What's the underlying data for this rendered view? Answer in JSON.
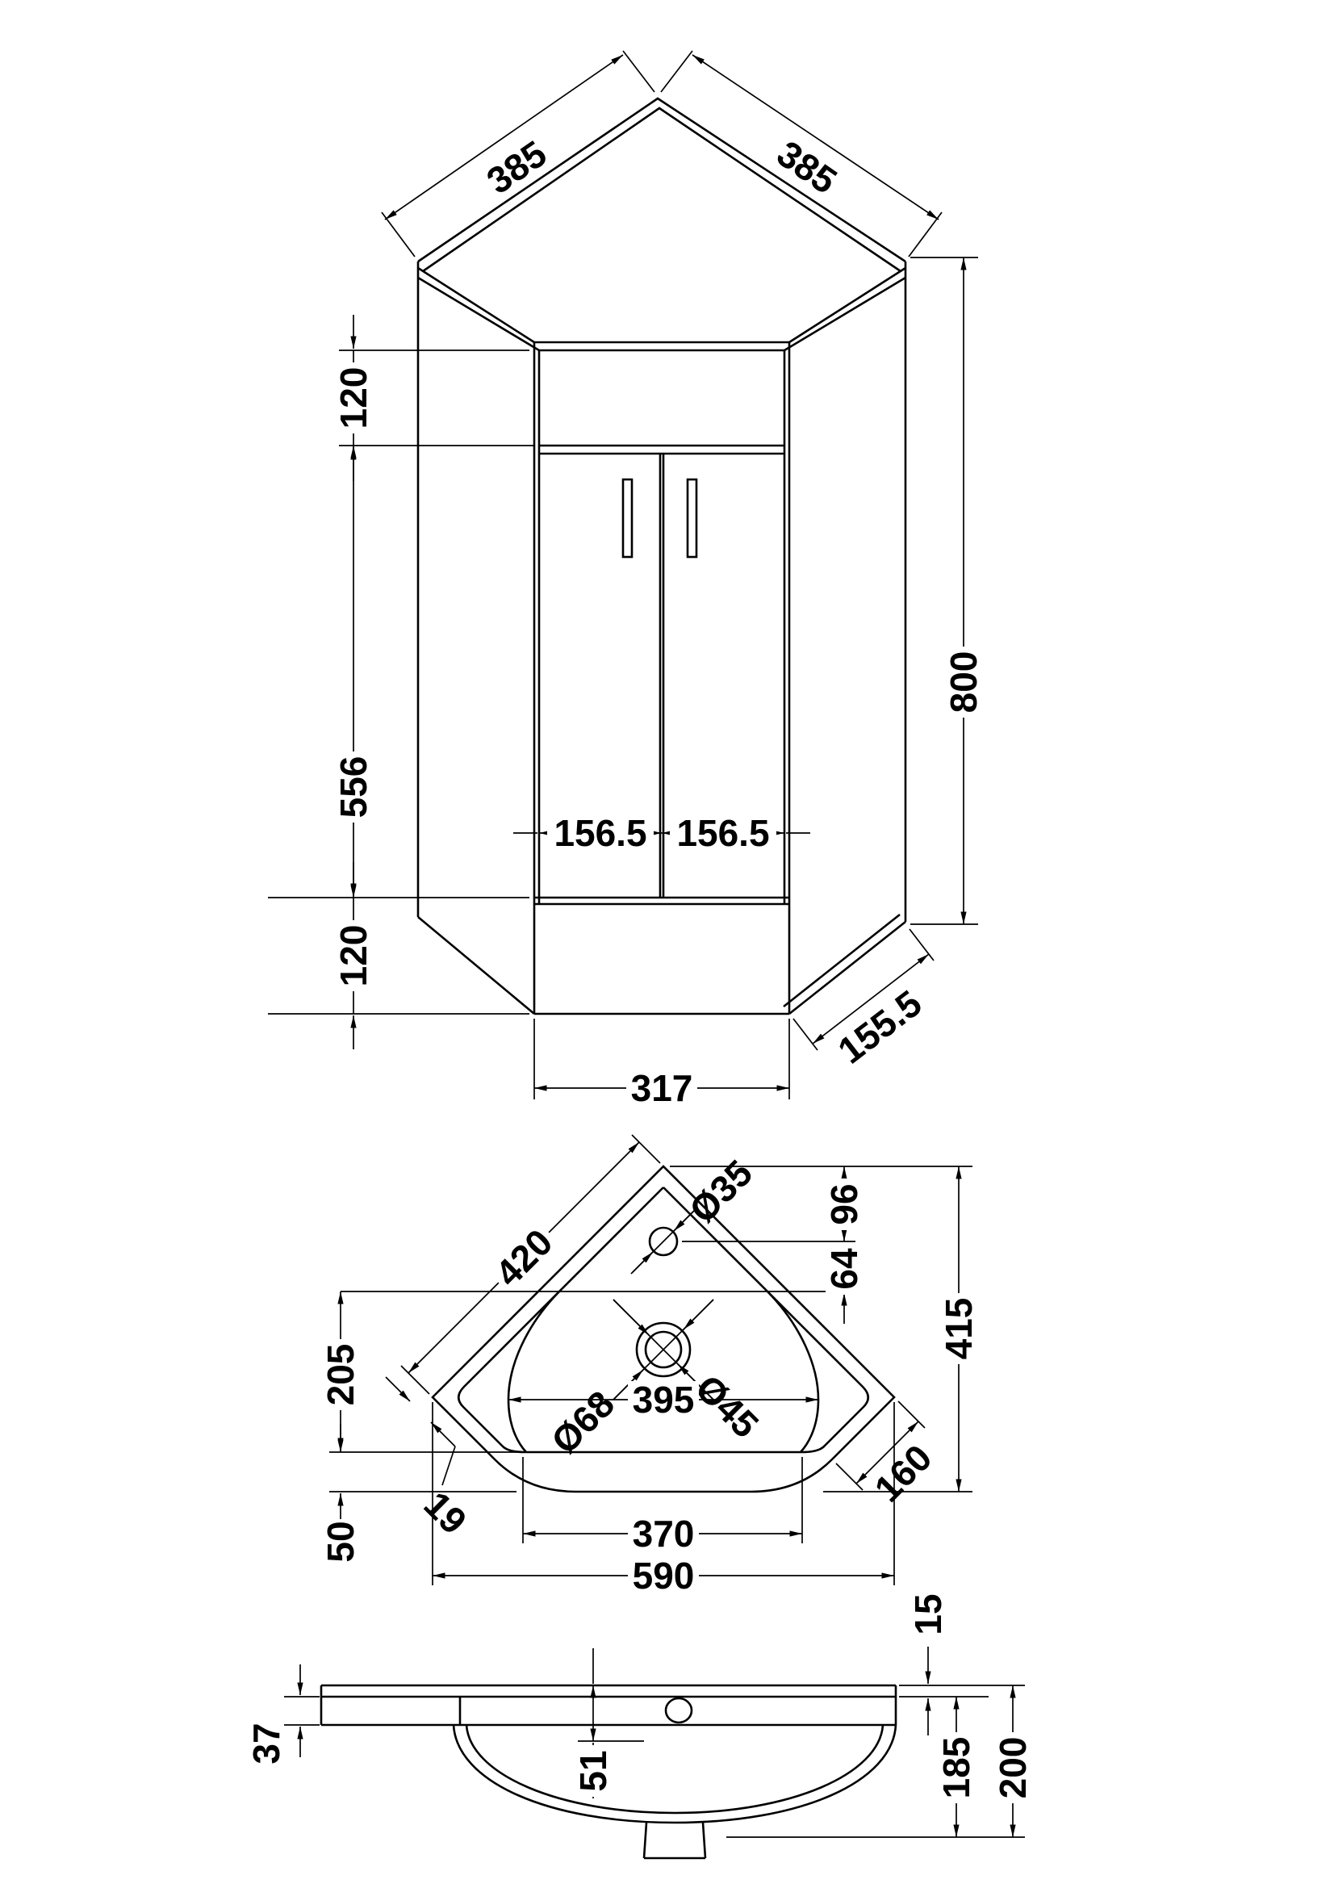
{
  "document": {
    "type": "technical-drawing",
    "subject": "corner vanity unit with basin",
    "background_color": "#ffffff",
    "line_color": "#000000"
  },
  "front_view": {
    "dims": {
      "top_edge_left": "385",
      "top_edge_right": "385",
      "top_band_height": "120",
      "door_height": "556",
      "plinth_height": "120",
      "door_width_left": "156.5",
      "door_width_right": "156.5",
      "overall_height": "800",
      "base_side_edge": "155.5",
      "base_width": "317"
    }
  },
  "plan_view": {
    "dims": {
      "back_edge": "420",
      "tap_hole_diameter": "Ø35",
      "tap_hole_back_offset": "96",
      "tap_hole_to_bowl": "64",
      "bowl_to_front_inner": "205",
      "overall_depth": "415",
      "waste_outer_diameter": "Ø68",
      "waste_inner_diameter": "Ø45",
      "bowl_width": "395",
      "rim_thickness": "19",
      "front_corner_edge": "160",
      "front_rim_depth": "50",
      "inner_front_width": "370",
      "overall_width": "590"
    }
  },
  "side_view": {
    "dims": {
      "top_thickness": "15",
      "apron_drop": "37",
      "tap_hole_depth": "51",
      "bowl_depth": "185",
      "overall_depth": "200"
    }
  }
}
